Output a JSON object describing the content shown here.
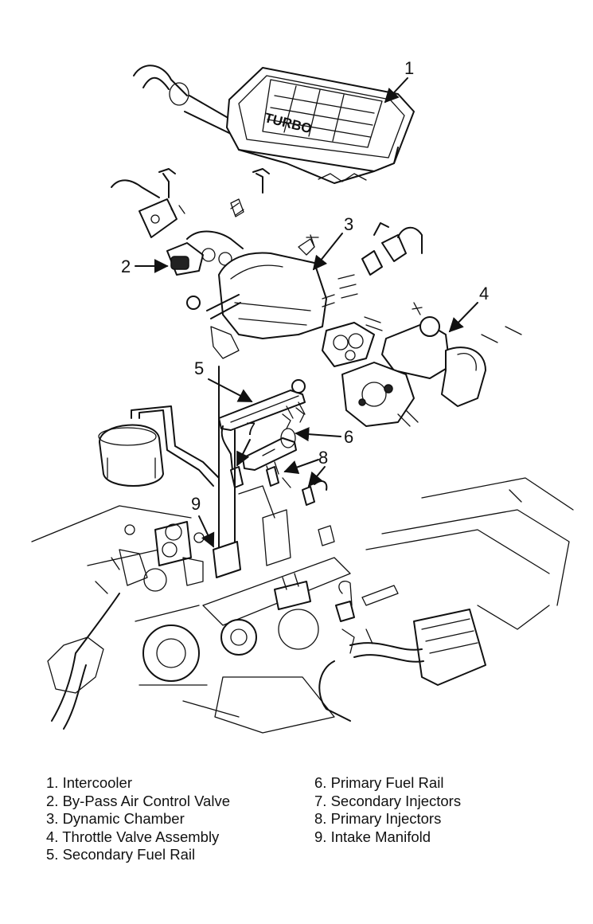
{
  "diagram": {
    "turbo_text": "TURBO",
    "callouts": [
      "1",
      "2",
      "3",
      "4",
      "5",
      "6",
      "7",
      "8",
      "9"
    ]
  },
  "legend": {
    "left": [
      "1. Intercooler",
      "2. By-Pass Air Control Valve",
      "3. Dynamic Chamber",
      "4. Throttle Valve Assembly",
      "5. Secondary Fuel Rail"
    ],
    "right": [
      "6. Primary Fuel Rail",
      "7. Secondary Injectors",
      "8. Primary Injectors",
      "9. Intake Manifold"
    ]
  }
}
